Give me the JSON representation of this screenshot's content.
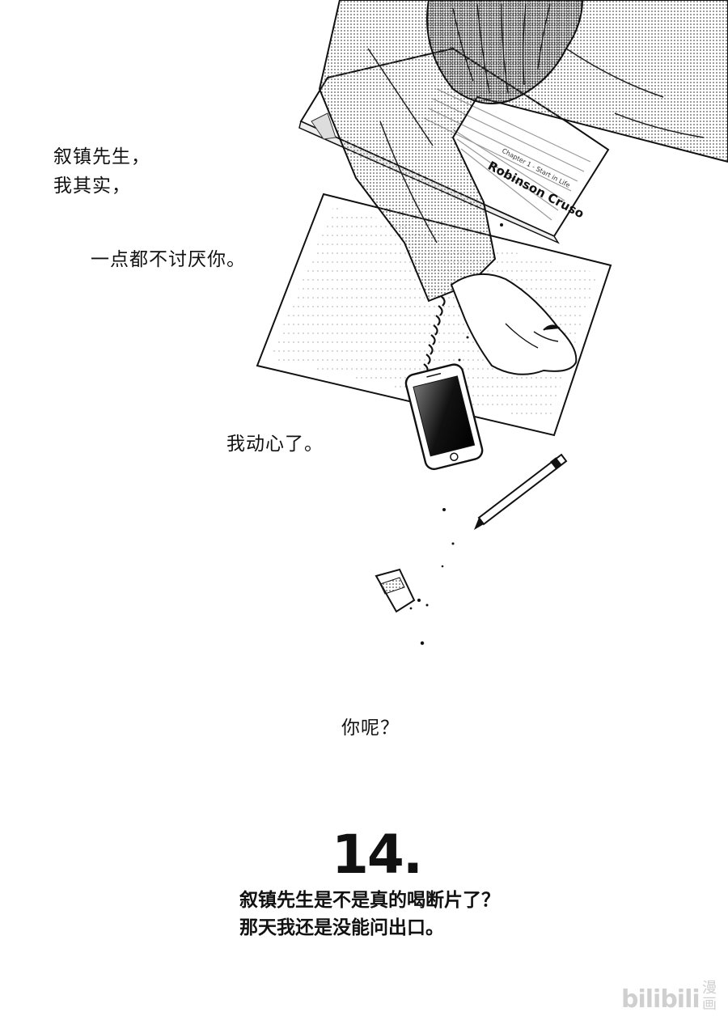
{
  "dialogue": {
    "line1": [
      "叙镇先生，",
      "我其实，"
    ],
    "line2": "一点都不讨厌你。",
    "line3": "我动心了。",
    "line4": "你呢？"
  },
  "book": {
    "title": "Robinson Cruso",
    "chapter": "Chapter 1 - Start in Life"
  },
  "chapter": {
    "number": "14.",
    "subtitle": [
      "叙镇先生是不是真的喝断片了？",
      "那天我还是没能问出口。"
    ]
  },
  "watermark": {
    "logo": "bilibili",
    "sub": "漫画"
  },
  "colors": {
    "ink": "#111111",
    "screentone": "#888888",
    "watermark": "#cfcfcf"
  }
}
